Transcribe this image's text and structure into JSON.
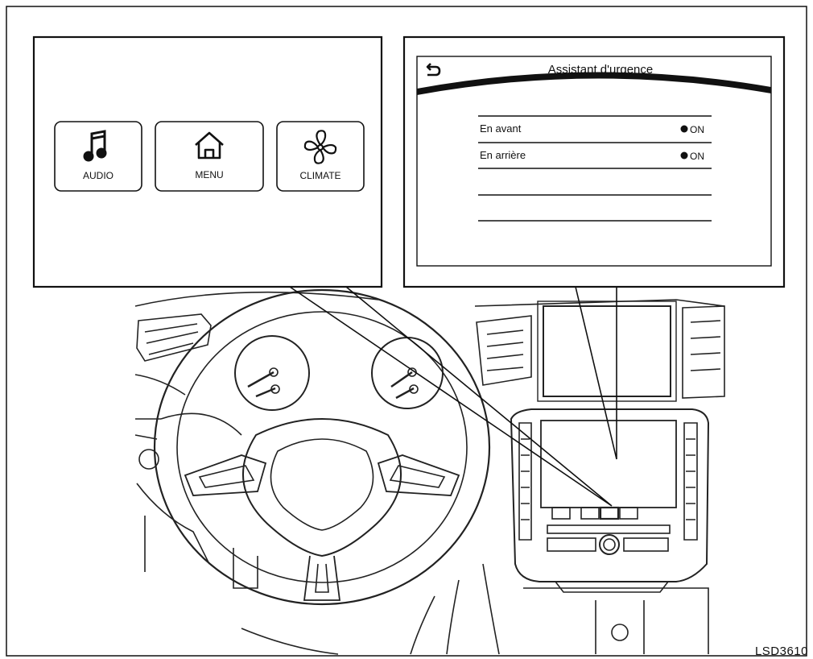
{
  "left_panel": {
    "buttons": [
      {
        "label": "AUDIO",
        "icon": "music-note-icon"
      },
      {
        "label": "MENU",
        "icon": "home-icon"
      },
      {
        "label": "CLIMATE",
        "icon": "fan-icon"
      }
    ]
  },
  "right_panel": {
    "title": "Assistant d'urgence",
    "back_icon": "back-arrow-icon",
    "rows": [
      {
        "label": "En avant",
        "value": "ON",
        "indicator": "on-dot-icon"
      },
      {
        "label": "En arrière",
        "value": "ON",
        "indicator": "on-dot-icon"
      }
    ]
  },
  "figure_code": "LSD3610",
  "colors": {
    "line": "#111111",
    "background": "#ffffff"
  }
}
